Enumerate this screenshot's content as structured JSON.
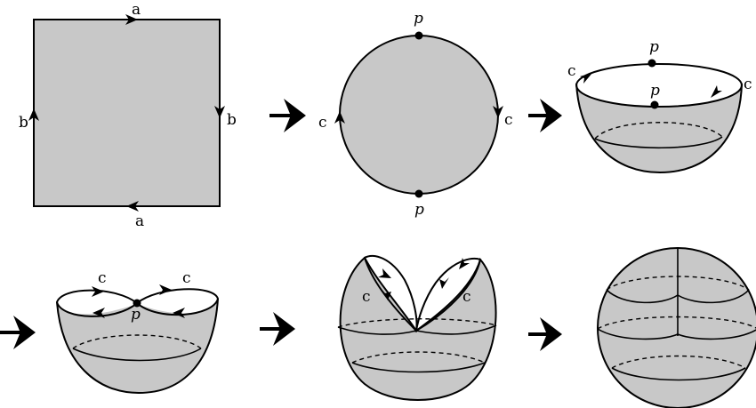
{
  "labels": {
    "a": "a",
    "b": "b",
    "c": "c",
    "p": "p"
  }
}
